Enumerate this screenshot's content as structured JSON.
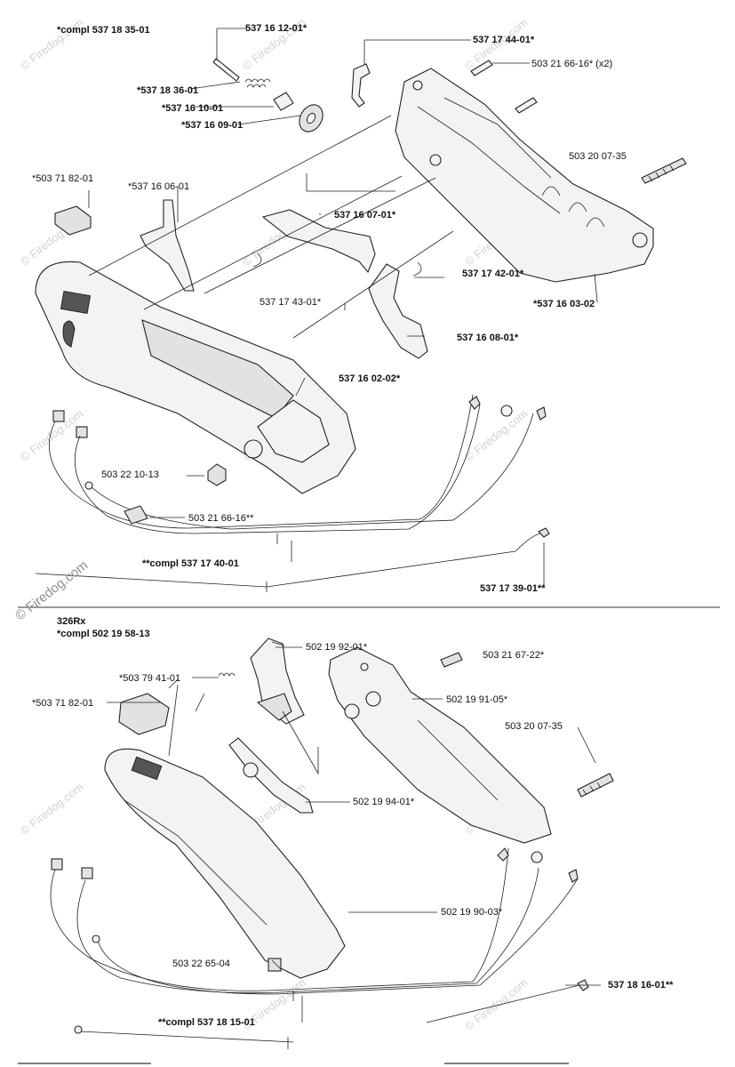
{
  "watermark": {
    "text": "© Firedog.com"
  },
  "top_section": {
    "header": "*compl 537 18 35-01",
    "labels": [
      {
        "id": "l1",
        "text": "537 16 12-01*",
        "bold": true
      },
      {
        "id": "l2",
        "text": "537 17 44-01*",
        "bold": true
      },
      {
        "id": "l3",
        "text": "503 21 66-16* (x2)",
        "bold": false
      },
      {
        "id": "l4",
        "text": "*537 18 36-01",
        "bold": true
      },
      {
        "id": "l5",
        "text": "*537 16 10-01",
        "bold": true
      },
      {
        "id": "l6",
        "text": "*537 16 09-01",
        "bold": true
      },
      {
        "id": "l7",
        "text": "503 20 07-35",
        "bold": false
      },
      {
        "id": "l8",
        "text": "*503 71 82-01",
        "bold": false
      },
      {
        "id": "l9",
        "text": "*537 16 06-01",
        "bold": false
      },
      {
        "id": "l10",
        "text": "537 16 07-01*",
        "bold": true
      },
      {
        "id": "l11",
        "text": "537 17 42-01*",
        "bold": true
      },
      {
        "id": "l12",
        "text": "537 17 43-01*",
        "bold": false
      },
      {
        "id": "l13",
        "text": "*537 16 03-02",
        "bold": true
      },
      {
        "id": "l14",
        "text": "537 16 08-01*",
        "bold": true
      },
      {
        "id": "l15",
        "text": "537 16 02-02*",
        "bold": true
      },
      {
        "id": "l16",
        "text": "503 22 10-13",
        "bold": false
      },
      {
        "id": "l17",
        "text": "503 21 66-16**",
        "bold": false
      },
      {
        "id": "l18",
        "text": "**compl 537 17 40-01",
        "bold": true
      },
      {
        "id": "l19",
        "text": "537 17 39-01**",
        "bold": true
      }
    ]
  },
  "bottom_section": {
    "model": "326Rx",
    "header": "*compl 502 19 58-13",
    "labels": [
      {
        "id": "m1",
        "text": "502 19 92-01*",
        "bold": false
      },
      {
        "id": "m2",
        "text": "*503 79 41-01",
        "bold": false
      },
      {
        "id": "m3",
        "text": "503 21 67-22*",
        "bold": false
      },
      {
        "id": "m4",
        "text": "*503 71 82-01",
        "bold": false
      },
      {
        "id": "m5",
        "text": "502 19 91-05*",
        "bold": false
      },
      {
        "id": "m6",
        "text": "503 20 07-35",
        "bold": false
      },
      {
        "id": "m7",
        "text": "502 19 94-01*",
        "bold": false
      },
      {
        "id": "m8",
        "text": "502 19 90-03*",
        "bold": false
      },
      {
        "id": "m9",
        "text": "503 22 65-04",
        "bold": false
      },
      {
        "id": "m10",
        "text": "537 18 16-01**",
        "bold": true
      },
      {
        "id": "m11",
        "text": "**compl 537 18 15-01",
        "bold": true
      }
    ]
  }
}
